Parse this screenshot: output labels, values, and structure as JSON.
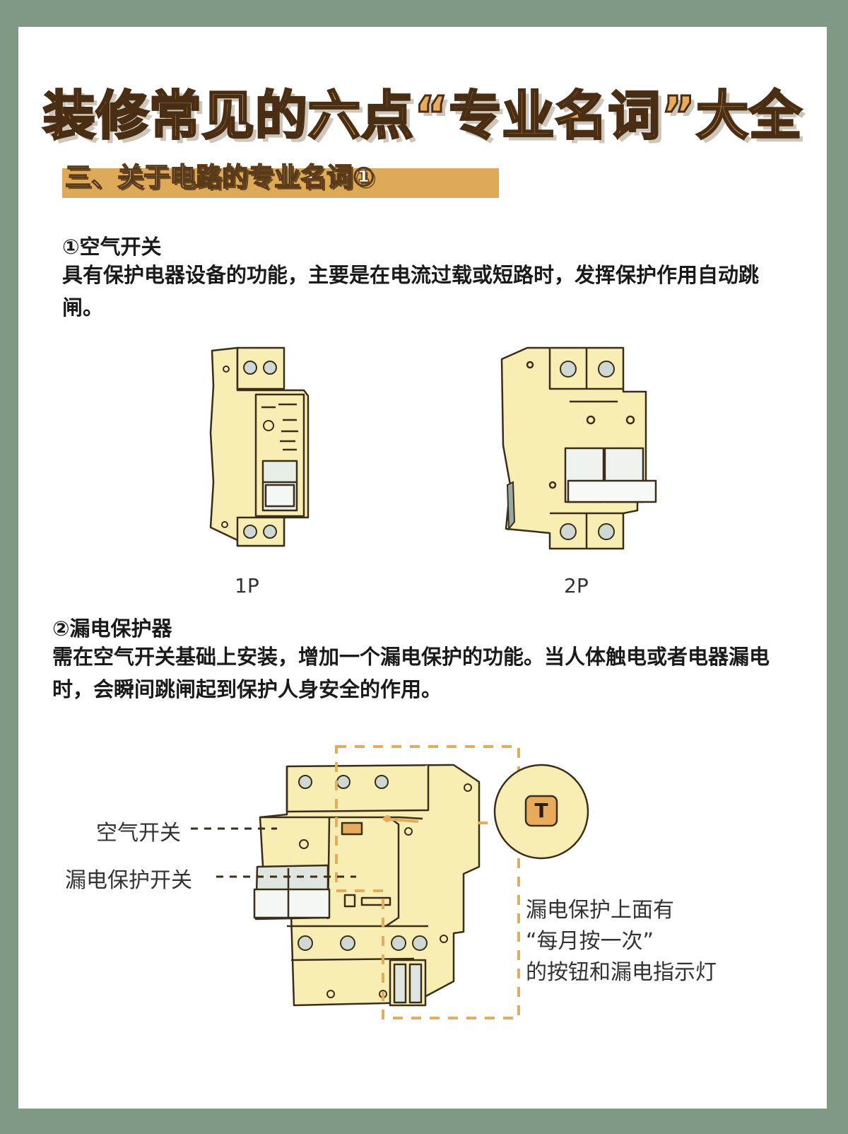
{
  "title": "装修常见的六点“专业名词”大全",
  "section_title": "三、关于电路的专业名词①",
  "term1": {
    "heading": "①空气开关",
    "body": "具有保护电器设备的功能，主要是在电流过载或短路时，发挥保护作用自动跳闸。",
    "caption_1p": "1P",
    "caption_2p": "2P"
  },
  "term2": {
    "heading": "②漏电保护器",
    "body": "需在空气开关基础上安装，增加一个漏电保护的功能。当人体触电或者电器漏电时，会瞬间跳闸起到保护人身安全的作用。",
    "label_air_switch": "空气开关",
    "label_leak_switch": "漏电保护开关",
    "button_letter": "T",
    "callout_line1": "漏电保护上面有",
    "callout_line2": "“每月按一次”",
    "callout_line3": "的按钮和漏电指示灯"
  },
  "colors": {
    "background": "#7f9985",
    "card": "#ffffff",
    "accent": "#deaa58",
    "device_fill": "#f8eeb4",
    "outline": "#3a2e1a",
    "dashed_callout": "#e2ad5e"
  }
}
